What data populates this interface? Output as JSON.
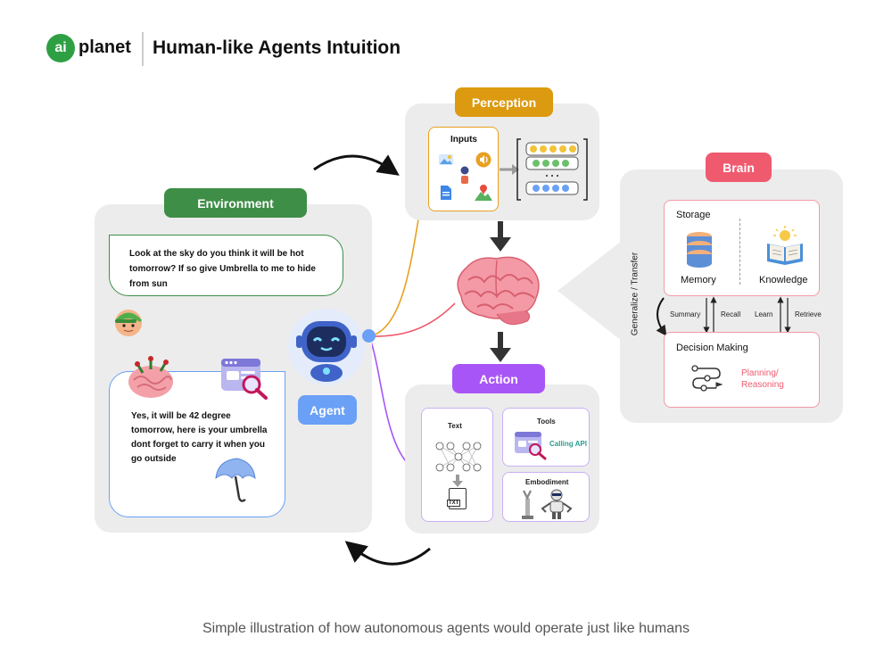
{
  "header": {
    "logo_text": "planet",
    "logo_badge": "ai",
    "title": "Human-like Agents Intuition"
  },
  "environment": {
    "title": "Environment",
    "user_message": "Look at the sky do you think it will be hot tomorrow? If so give Umbrella to me to hide from sun",
    "agent_reply": "Yes, it will be 42 degree tomorrow, here is your umbrella dont forget to carry it when you go outside"
  },
  "agent": {
    "label": "Agent"
  },
  "perception": {
    "title": "Perception",
    "inputs_label": "Inputs"
  },
  "action": {
    "title": "Action",
    "text_label": "Text",
    "tools_label": "Tools",
    "calling_api": "Calling API",
    "embodiment_label": "Embodiment",
    "txt_badge": "TXT"
  },
  "brain": {
    "title": "Brain",
    "storage_label": "Storage",
    "memory_label": "Memory",
    "knowledge_label": "Knowledge",
    "summary": "Summary",
    "recall": "Recall",
    "learn": "Learn",
    "retrieve": "Retrieve",
    "generalize": "Generalize / Transfer",
    "decision_label": "Decision Making",
    "planning_label": "Planning/\nReasoning"
  },
  "caption": "Simple illustration of how autonomous agents would operate just like humans",
  "colors": {
    "environment": "#3e8e47",
    "perception": "#dc9a10",
    "action": "#a855f7",
    "brain": "#ef5a6f",
    "agent": "#6aa0f5",
    "orange_line": "#e8a020",
    "red_line": "#ef5a6f",
    "purple_line": "#a855f7"
  }
}
